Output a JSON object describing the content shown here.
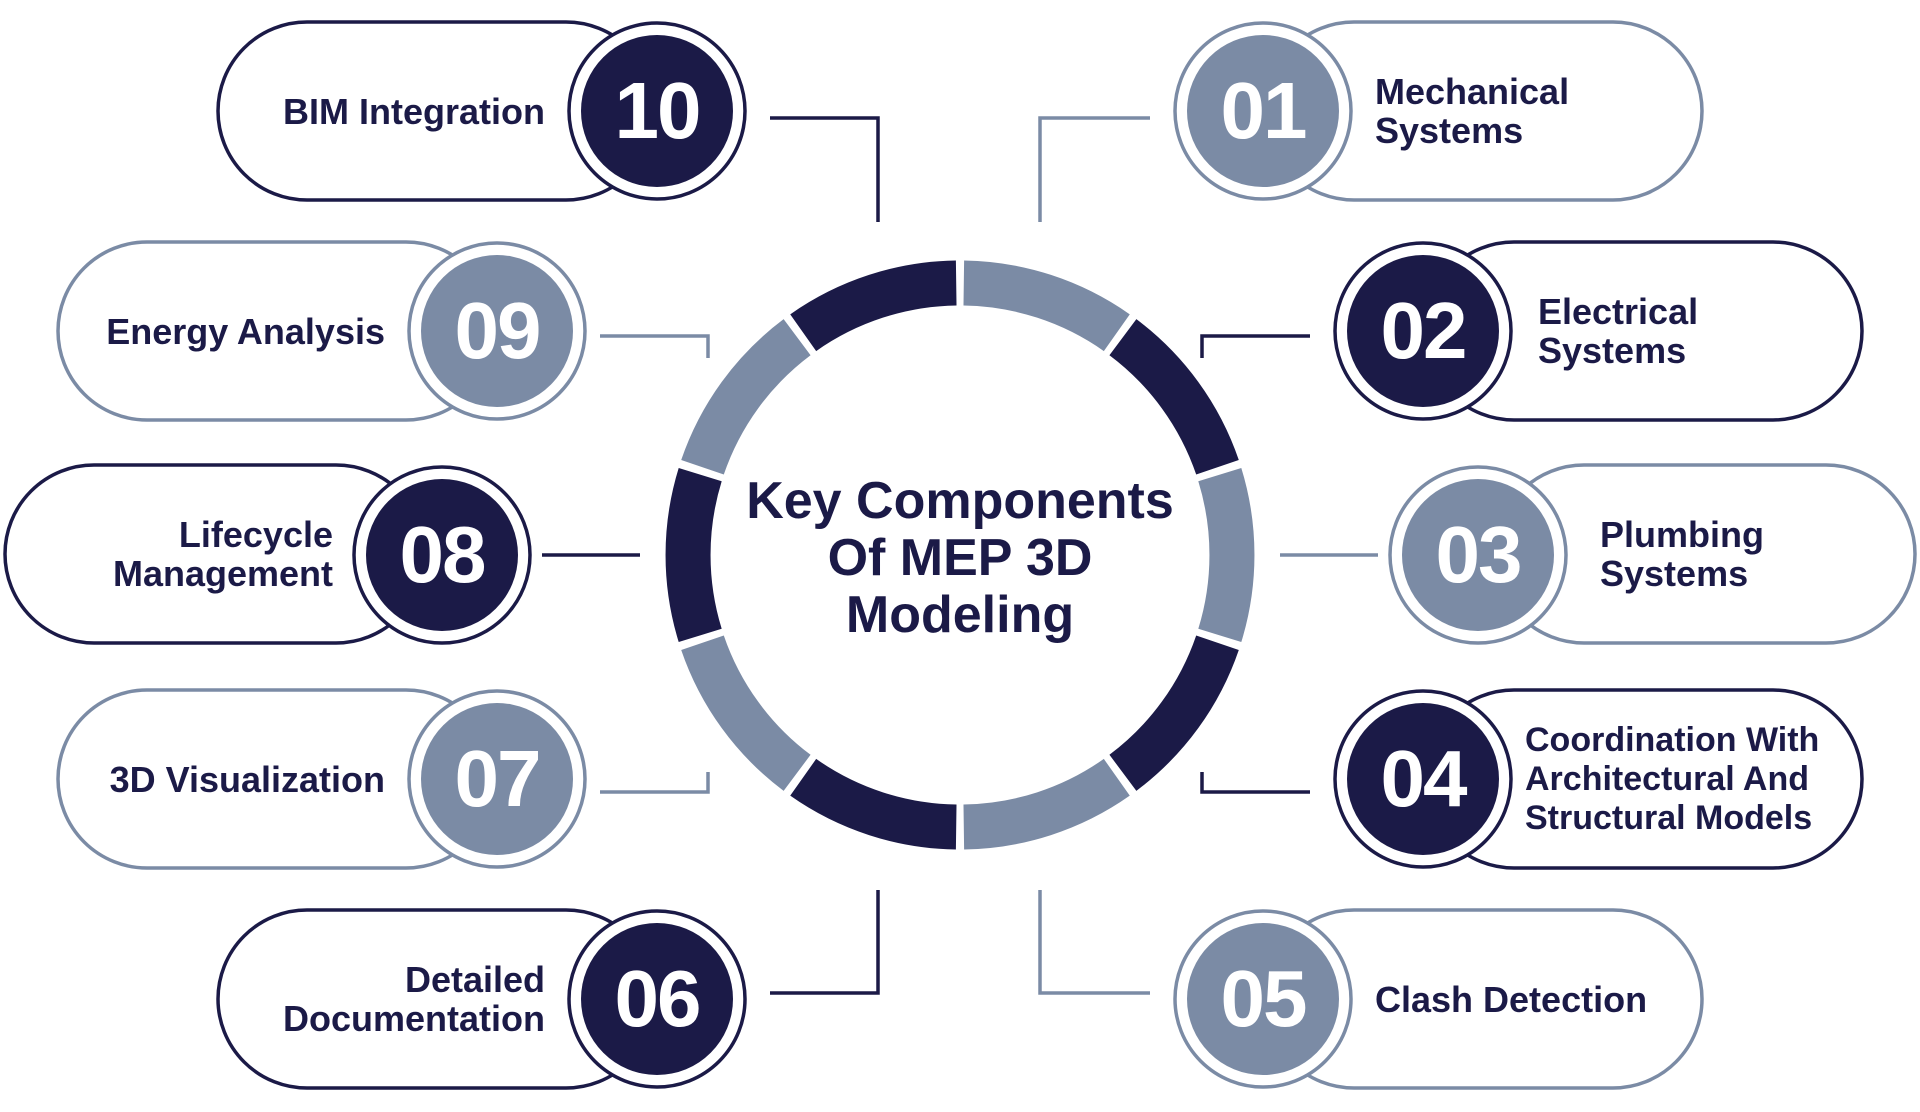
{
  "title": {
    "line1": "Key Components",
    "line2": "Of MEP 3D",
    "line3": "Modeling"
  },
  "colors": {
    "dark": "#1b1a47",
    "light": "#7b8ba5",
    "white": "#ffffff"
  },
  "components": [
    {
      "number": "01",
      "lines": [
        "Mechanical",
        "Systems"
      ],
      "tone": "light"
    },
    {
      "number": "02",
      "lines": [
        "Electrical",
        "Systems"
      ],
      "tone": "dark"
    },
    {
      "number": "03",
      "lines": [
        "Plumbing",
        "Systems"
      ],
      "tone": "light"
    },
    {
      "number": "04",
      "lines": [
        "Coordination With",
        "Architectural And",
        "Structural Models"
      ],
      "tone": "dark"
    },
    {
      "number": "05",
      "lines": [
        "Clash Detection"
      ],
      "tone": "light"
    },
    {
      "number": "06",
      "lines": [
        "Detailed",
        "Documentation"
      ],
      "tone": "dark"
    },
    {
      "number": "07",
      "lines": [
        "3D Visualization"
      ],
      "tone": "light"
    },
    {
      "number": "08",
      "lines": [
        "Lifecycle",
        "Management"
      ],
      "tone": "dark"
    },
    {
      "number": "09",
      "lines": [
        "Energy Analysis"
      ],
      "tone": "light"
    },
    {
      "number": "10",
      "lines": [
        "BIM Integration"
      ],
      "tone": "dark"
    }
  ]
}
